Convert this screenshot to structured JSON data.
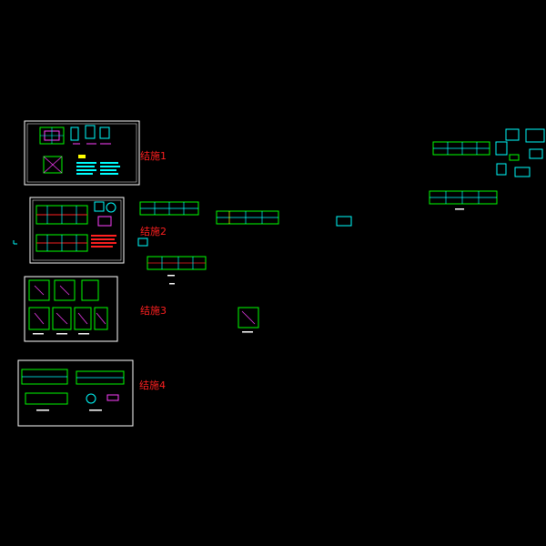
{
  "colors": {
    "background": "#000000",
    "frame": "#ffffff",
    "line_green": "#00ff00",
    "line_cyan": "#00ffff",
    "line_magenta": "#ff40ff",
    "line_yellow": "#ffff00",
    "label_red": "#ff2020"
  },
  "sheets": [
    {
      "label": "结施1"
    },
    {
      "label": "结施2"
    },
    {
      "label": "结施3"
    },
    {
      "label": "结施4"
    }
  ]
}
